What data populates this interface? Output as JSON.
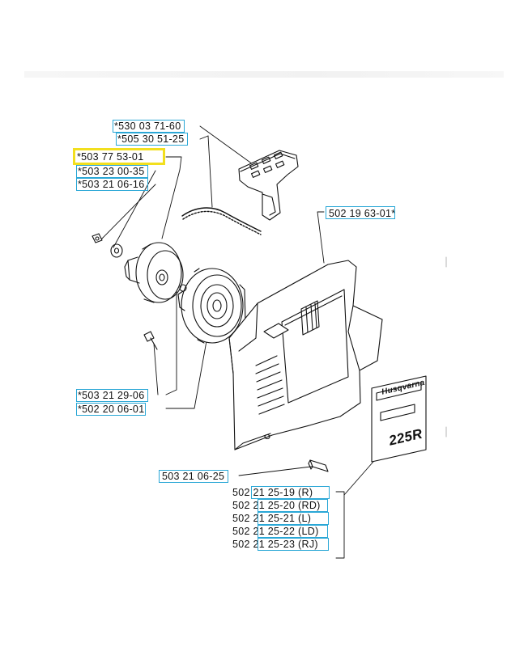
{
  "parts": {
    "p1": "*530 03 71-60",
    "p2": "*505 30 51-25",
    "p3": "*503 77 53-01",
    "p4": "*503 23 00-35",
    "p5": "*503 21 06-16",
    "p6": "502 19 63-01*",
    "p7": "*503 21 29-06",
    "p8": "*502 20 06-01",
    "p9": "503 21 06-25",
    "p10": "502 21 25-19 (R)",
    "p11": "502 21 25-20 (RD)",
    "p12": "502 21 25-21 (L)",
    "p13": "502 21 25-22 (LD)",
    "p14": "502 21 25-23 (RJ)"
  },
  "decal": {
    "brand": "Husqvarna",
    "model": "225R"
  },
  "colors": {
    "highlight_box": "#2aa7d6",
    "selected_box": "#f2df1e",
    "line": "#111111"
  }
}
